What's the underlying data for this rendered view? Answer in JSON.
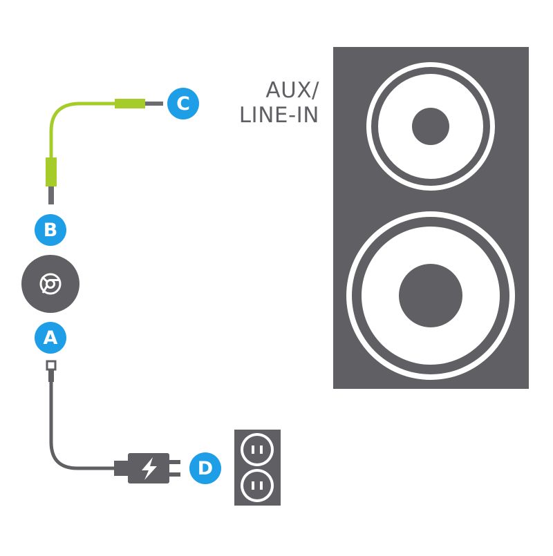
{
  "speaker": {
    "input_label_line1": "AUX/",
    "input_label_line2": "LINE-IN"
  },
  "steps": {
    "a": "A",
    "b": "B",
    "c": "C",
    "d": "D"
  },
  "colors": {
    "dark_gray": "#605f64",
    "cable_green": "#a6cc2a",
    "badge_blue": "#1e9ee6",
    "white": "#ffffff"
  },
  "icons": {
    "device": "chrome-logo-icon",
    "plug": "lightning-bolt-icon",
    "outlet": "wall-outlet-icon"
  }
}
